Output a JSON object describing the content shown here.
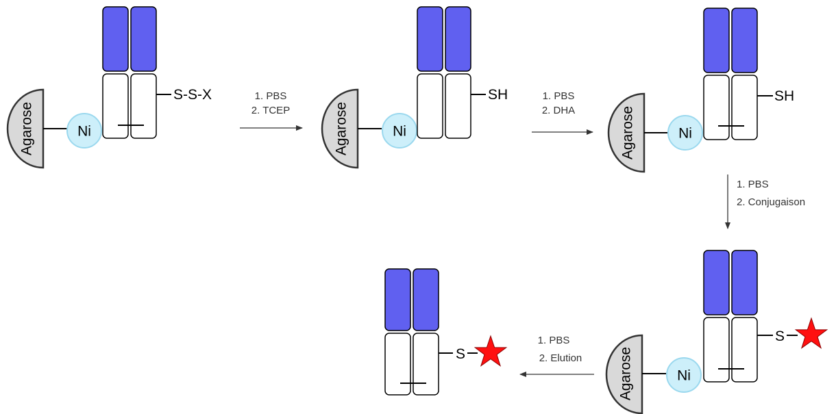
{
  "colors": {
    "heavy_fill": "#6060f0",
    "light_fill": "#ffffff",
    "bead_fill": "#d9d9d9",
    "ni_fill": "#cdeffa",
    "ni_stroke": "#9ad8ee",
    "star_fill": "#ff1010",
    "arrow": "#333333"
  },
  "labels": {
    "agarose": "Agarose",
    "ni": "Ni",
    "ssx": "S-S-X",
    "sh": "SH",
    "s": "S"
  },
  "steps": [
    {
      "line1": "1. PBS",
      "line2": "2. TCEP"
    },
    {
      "line1": "1. PBS",
      "line2": "2. DHA"
    },
    {
      "line1": "1. PBS",
      "line2": "2. Conjugaison"
    },
    {
      "line1": "1. PBS",
      "line2": "2. Elution"
    }
  ],
  "icons": {
    "bead": "agarose-bead-icon",
    "ni": "nickel-ion-icon",
    "fab": "fab-fragment-icon",
    "star": "fluorophore-star-icon",
    "arrow": "reaction-arrow-icon"
  }
}
